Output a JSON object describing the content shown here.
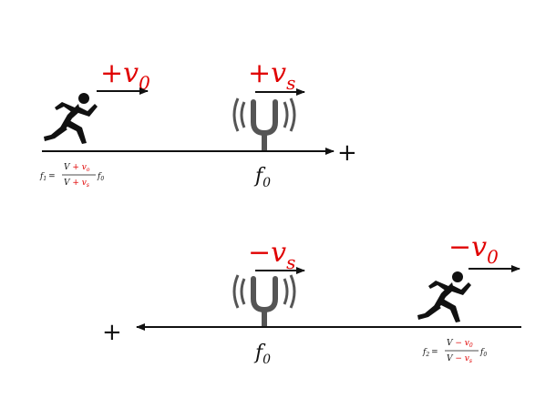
{
  "colors": {
    "accent": "#e00000",
    "ink": "#111111",
    "fork": "#555555"
  },
  "icons": {
    "runner": "runner-icon",
    "fork": "tuning-fork-icon"
  },
  "top": {
    "observer_velocity": "+v",
    "observer_velocity_sub": "0",
    "source_velocity": "+v",
    "source_velocity_sub": "s",
    "axis_sign": "+",
    "source_freq": "f",
    "source_freq_sub": "0",
    "formula": {
      "lhs": "f",
      "lhs_sub": "1",
      "eq": "=",
      "num_a": "V ",
      "num_b": "+ v",
      "num_b_sub": "o",
      "den_a": "V ",
      "den_b": "+ v",
      "den_b_sub": "s",
      "tail": "f",
      "tail_sub": "0"
    }
  },
  "bottom": {
    "observer_velocity": "−v",
    "observer_velocity_sub": "0",
    "source_velocity": "−v",
    "source_velocity_sub": "s",
    "axis_sign": "+",
    "source_freq": "f",
    "source_freq_sub": "0",
    "formula": {
      "lhs": "f",
      "lhs_sub": "2",
      "eq": "=",
      "num_a": "V ",
      "num_b": "− v",
      "num_b_sub": "0",
      "den_a": "V ",
      "den_b": "− v",
      "den_b_sub": "s",
      "tail": "f",
      "tail_sub": "0"
    }
  }
}
